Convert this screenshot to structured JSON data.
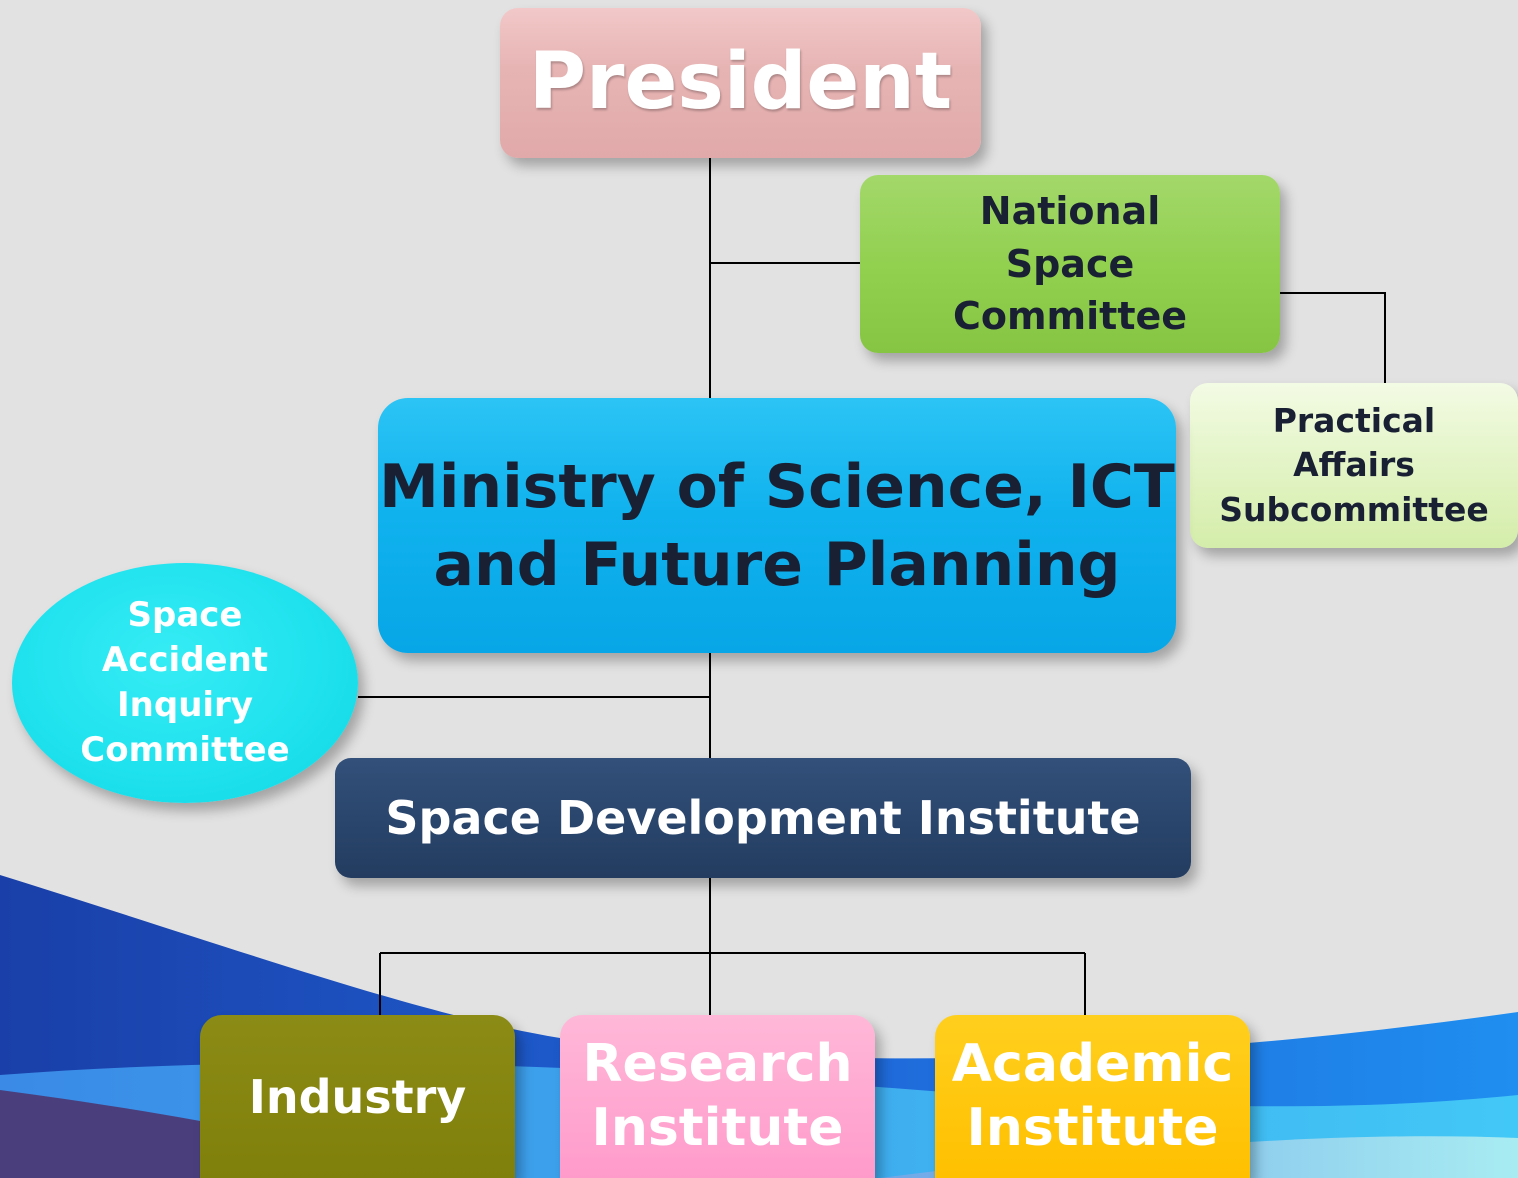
{
  "nodes": {
    "president": "President",
    "national_space_committee": "National\nSpace\nCommittee",
    "practical_affairs_subcommittee": "Practical\nAffairs\nSubcommittee",
    "ministry": "Ministry of Science, ICT\nand Future Planning",
    "space_accident_inquiry_committee": "Space\nAccident\nInquiry\nCommittee",
    "space_development_institute": "Space Development Institute",
    "industry": "Industry",
    "research_institute": "Research\nInstitute",
    "academic_institute": "Academic\nInstitute"
  },
  "colors": {
    "president": "#e7b4b4",
    "national_space_committee": "#92d050",
    "practical_affairs_subcommittee": "#e3f4c6",
    "ministry": "#10b2ee",
    "space_accident_inquiry_committee": "#1fe2ee",
    "space_development_institute": "#233c60",
    "industry": "#7f7f0b",
    "research_institute": "#ff9bcb",
    "academic_institute": "#ffc000",
    "background": "#e2e2e2",
    "connector": "#000000"
  }
}
